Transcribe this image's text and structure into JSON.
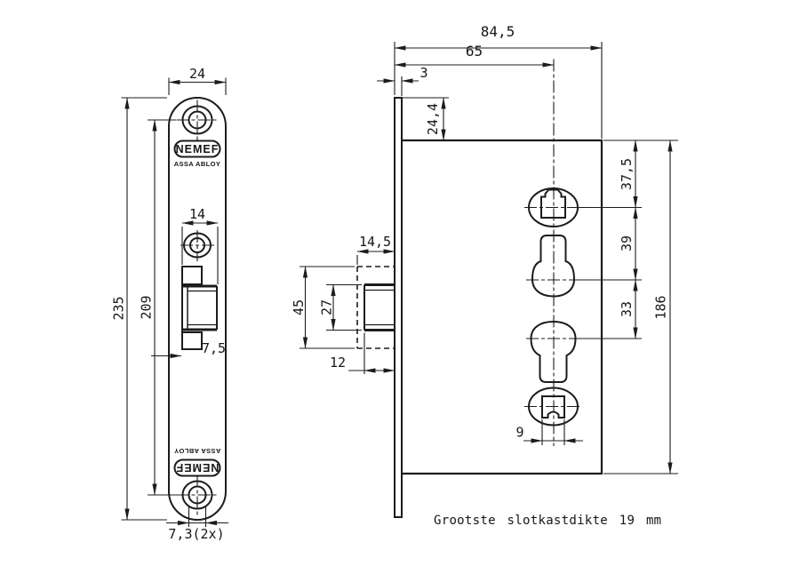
{
  "drawing": {
    "brand": "NEMEF",
    "sub_brand": "ASSA ABLOY",
    "note": "Grootste slotkastdikte 19 mm",
    "line_color": "#1c1c1c",
    "front_view": {
      "plate_width": "24",
      "screw_slot_width": "14",
      "total_height": "235",
      "screw_distance": "209",
      "latch_offset": "7,5",
      "screw_hole_dia": "7,3(2x)"
    },
    "side_view": {
      "total_depth": "84,5",
      "backset": "65",
      "faceplate_thickness": "3",
      "case_top_offset": "24,4",
      "latch_depth": "14,5",
      "latch_height": "45",
      "latch_head_height": "27",
      "latch_bottom_depth": "12",
      "follower_offset": "37,5",
      "follower_to_cylinder": "39",
      "cylinder_spacing": "33",
      "case_height": "186",
      "follower_square": "9"
    }
  }
}
